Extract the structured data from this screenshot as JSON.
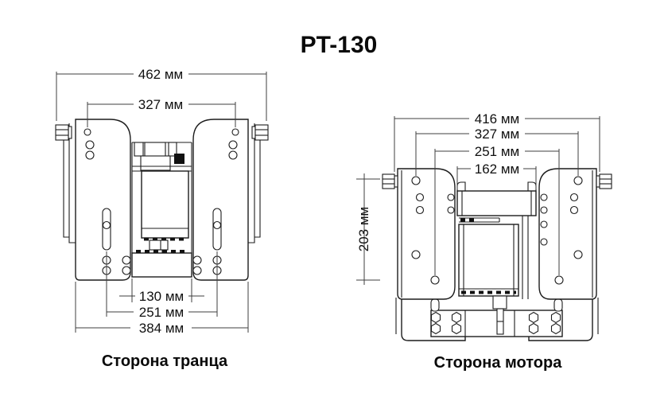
{
  "title": "PT-130",
  "left_view": {
    "caption": "Сторона транца",
    "dims": {
      "overall_width": "462 мм",
      "upper_holes_width": "327 мм",
      "foot_width": "130 мм",
      "slot_spacing": "251 мм",
      "plate_width": "384 мм"
    }
  },
  "right_view": {
    "caption": "Сторона мотора",
    "dims": {
      "overall_width": "416 мм",
      "upper_holes_width": "327 мм",
      "lower_holes_width": "251 мм",
      "bar_width": "162 мм",
      "height": "203 мм"
    }
  },
  "colors": {
    "line": "#1c1c1c",
    "dimension_line": "#3f3f3f",
    "text": "#0a0a0a",
    "background": "#ffffff"
  }
}
